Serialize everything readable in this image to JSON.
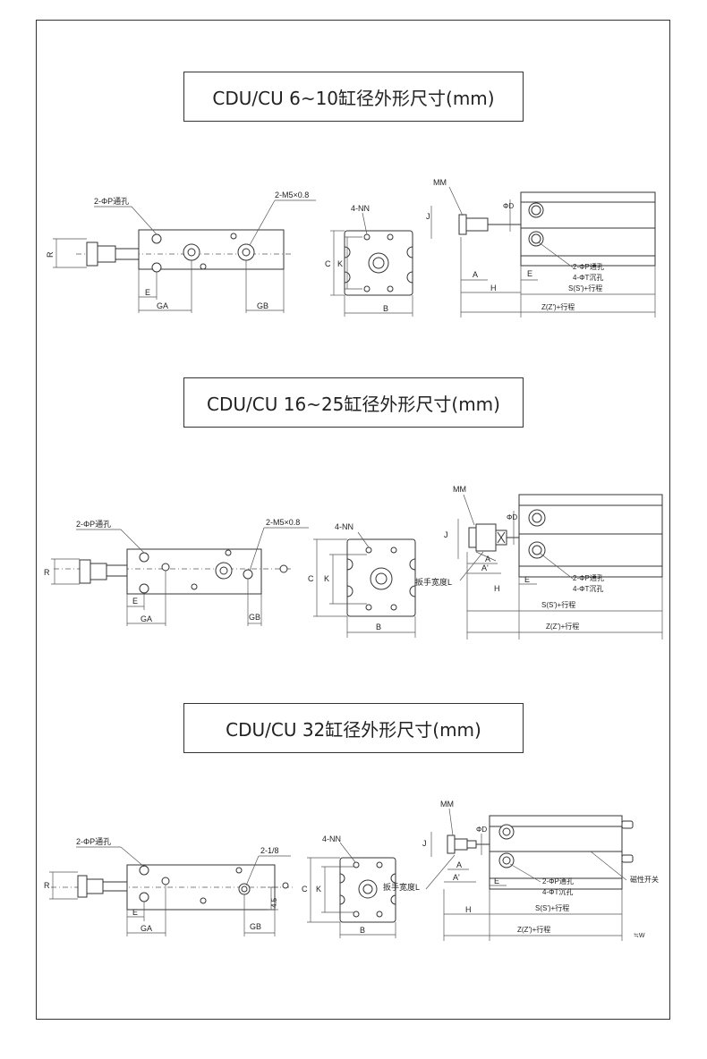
{
  "sections": [
    {
      "title": "CDU/CU 6~10缸径外形尺寸(mm)",
      "top_view": {
        "hole_label": "2-ΦP通孔",
        "port_label": "2-M5×0.8",
        "dims": [
          "R",
          "E",
          "GA",
          "GB"
        ]
      },
      "end_view": {
        "label": "4-NN",
        "dims": [
          "C",
          "K",
          "B"
        ]
      },
      "side_view": {
        "labels": [
          "MM",
          "J",
          "ΦD",
          "A",
          "E",
          "H",
          "2-ΦP通孔",
          "4-ΦT沉孔",
          "S(S')+行程",
          "Z(Z')+行程"
        ]
      }
    },
    {
      "title": "CDU/CU 16~25缸径外形尺寸(mm)",
      "top_view": {
        "hole_label": "2-ΦP通孔",
        "port_label": "2-M5×0.8",
        "dims": [
          "R",
          "E",
          "GA",
          "GB"
        ]
      },
      "end_view": {
        "label": "4-NN",
        "dims": [
          "C",
          "K",
          "B"
        ]
      },
      "side_view": {
        "labels": [
          "MM",
          "J",
          "ΦD",
          "A",
          "A'",
          "扳手宽度L",
          "H",
          "E",
          "2-ΦP通孔",
          "4-ΦT沉孔",
          "S(S')+行程",
          "Z(Z')+行程"
        ]
      }
    },
    {
      "title": "CDU/CU 32缸径外形尺寸(mm)",
      "top_view": {
        "hole_label": "2-ΦP通孔",
        "port_label": "2-1/8",
        "dims": [
          "R",
          "E",
          "GA",
          "GB",
          "4.5"
        ]
      },
      "end_view": {
        "label": "4-NN",
        "dims": [
          "C",
          "K",
          "B"
        ]
      },
      "side_view": {
        "labels": [
          "MM",
          "J",
          "ΦD",
          "A",
          "A'",
          "扳手宽度L",
          "E",
          "H",
          "2-ΦP通孔",
          "4-ΦT沉孔",
          "磁性开关",
          "S(S')+行程",
          "Z(Z')+行程",
          "≒W"
        ]
      }
    }
  ]
}
